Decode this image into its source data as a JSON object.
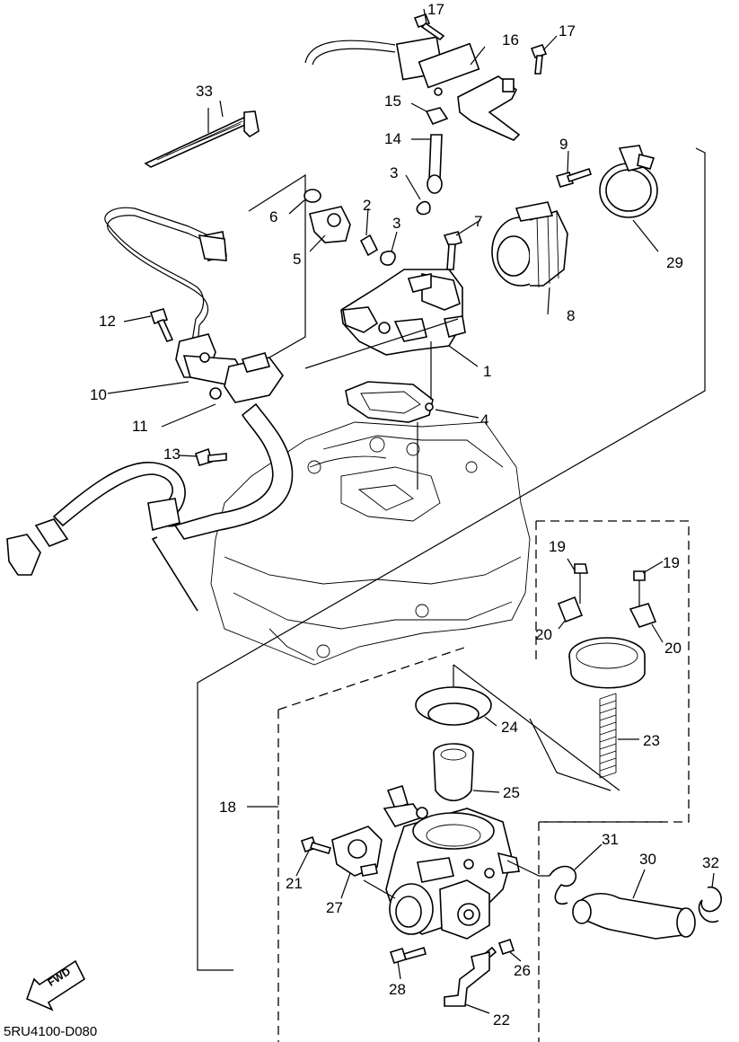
{
  "diagram_code": "5RU4100-D080",
  "fwd_label": "FWD",
  "callouts": [
    {
      "id": "c1",
      "text": "1"
    },
    {
      "id": "c2",
      "text": "2"
    },
    {
      "id": "c3a",
      "text": "3"
    },
    {
      "id": "c3b",
      "text": "3"
    },
    {
      "id": "c4",
      "text": "4"
    },
    {
      "id": "c5",
      "text": "5"
    },
    {
      "id": "c6",
      "text": "6"
    },
    {
      "id": "c7",
      "text": "7"
    },
    {
      "id": "c8",
      "text": "8"
    },
    {
      "id": "c9",
      "text": "9"
    },
    {
      "id": "c10",
      "text": "10"
    },
    {
      "id": "c11",
      "text": "11"
    },
    {
      "id": "c12",
      "text": "12"
    },
    {
      "id": "c13",
      "text": "13"
    },
    {
      "id": "c14",
      "text": "14"
    },
    {
      "id": "c15",
      "text": "15"
    },
    {
      "id": "c16",
      "text": "16"
    },
    {
      "id": "c17a",
      "text": "17"
    },
    {
      "id": "c17b",
      "text": "17"
    },
    {
      "id": "c18",
      "text": "18"
    },
    {
      "id": "c19a",
      "text": "19"
    },
    {
      "id": "c19b",
      "text": "19"
    },
    {
      "id": "c20a",
      "text": "20"
    },
    {
      "id": "c20b",
      "text": "20"
    },
    {
      "id": "c21",
      "text": "21"
    },
    {
      "id": "c22",
      "text": "22"
    },
    {
      "id": "c23",
      "text": "23"
    },
    {
      "id": "c24",
      "text": "24"
    },
    {
      "id": "c25",
      "text": "25"
    },
    {
      "id": "c26",
      "text": "26"
    },
    {
      "id": "c27",
      "text": "27"
    },
    {
      "id": "c28",
      "text": "28"
    },
    {
      "id": "c29",
      "text": "29"
    },
    {
      "id": "c30",
      "text": "30"
    },
    {
      "id": "c31",
      "text": "31"
    },
    {
      "id": "c32",
      "text": "32"
    },
    {
      "id": "c33",
      "text": "33"
    }
  ]
}
